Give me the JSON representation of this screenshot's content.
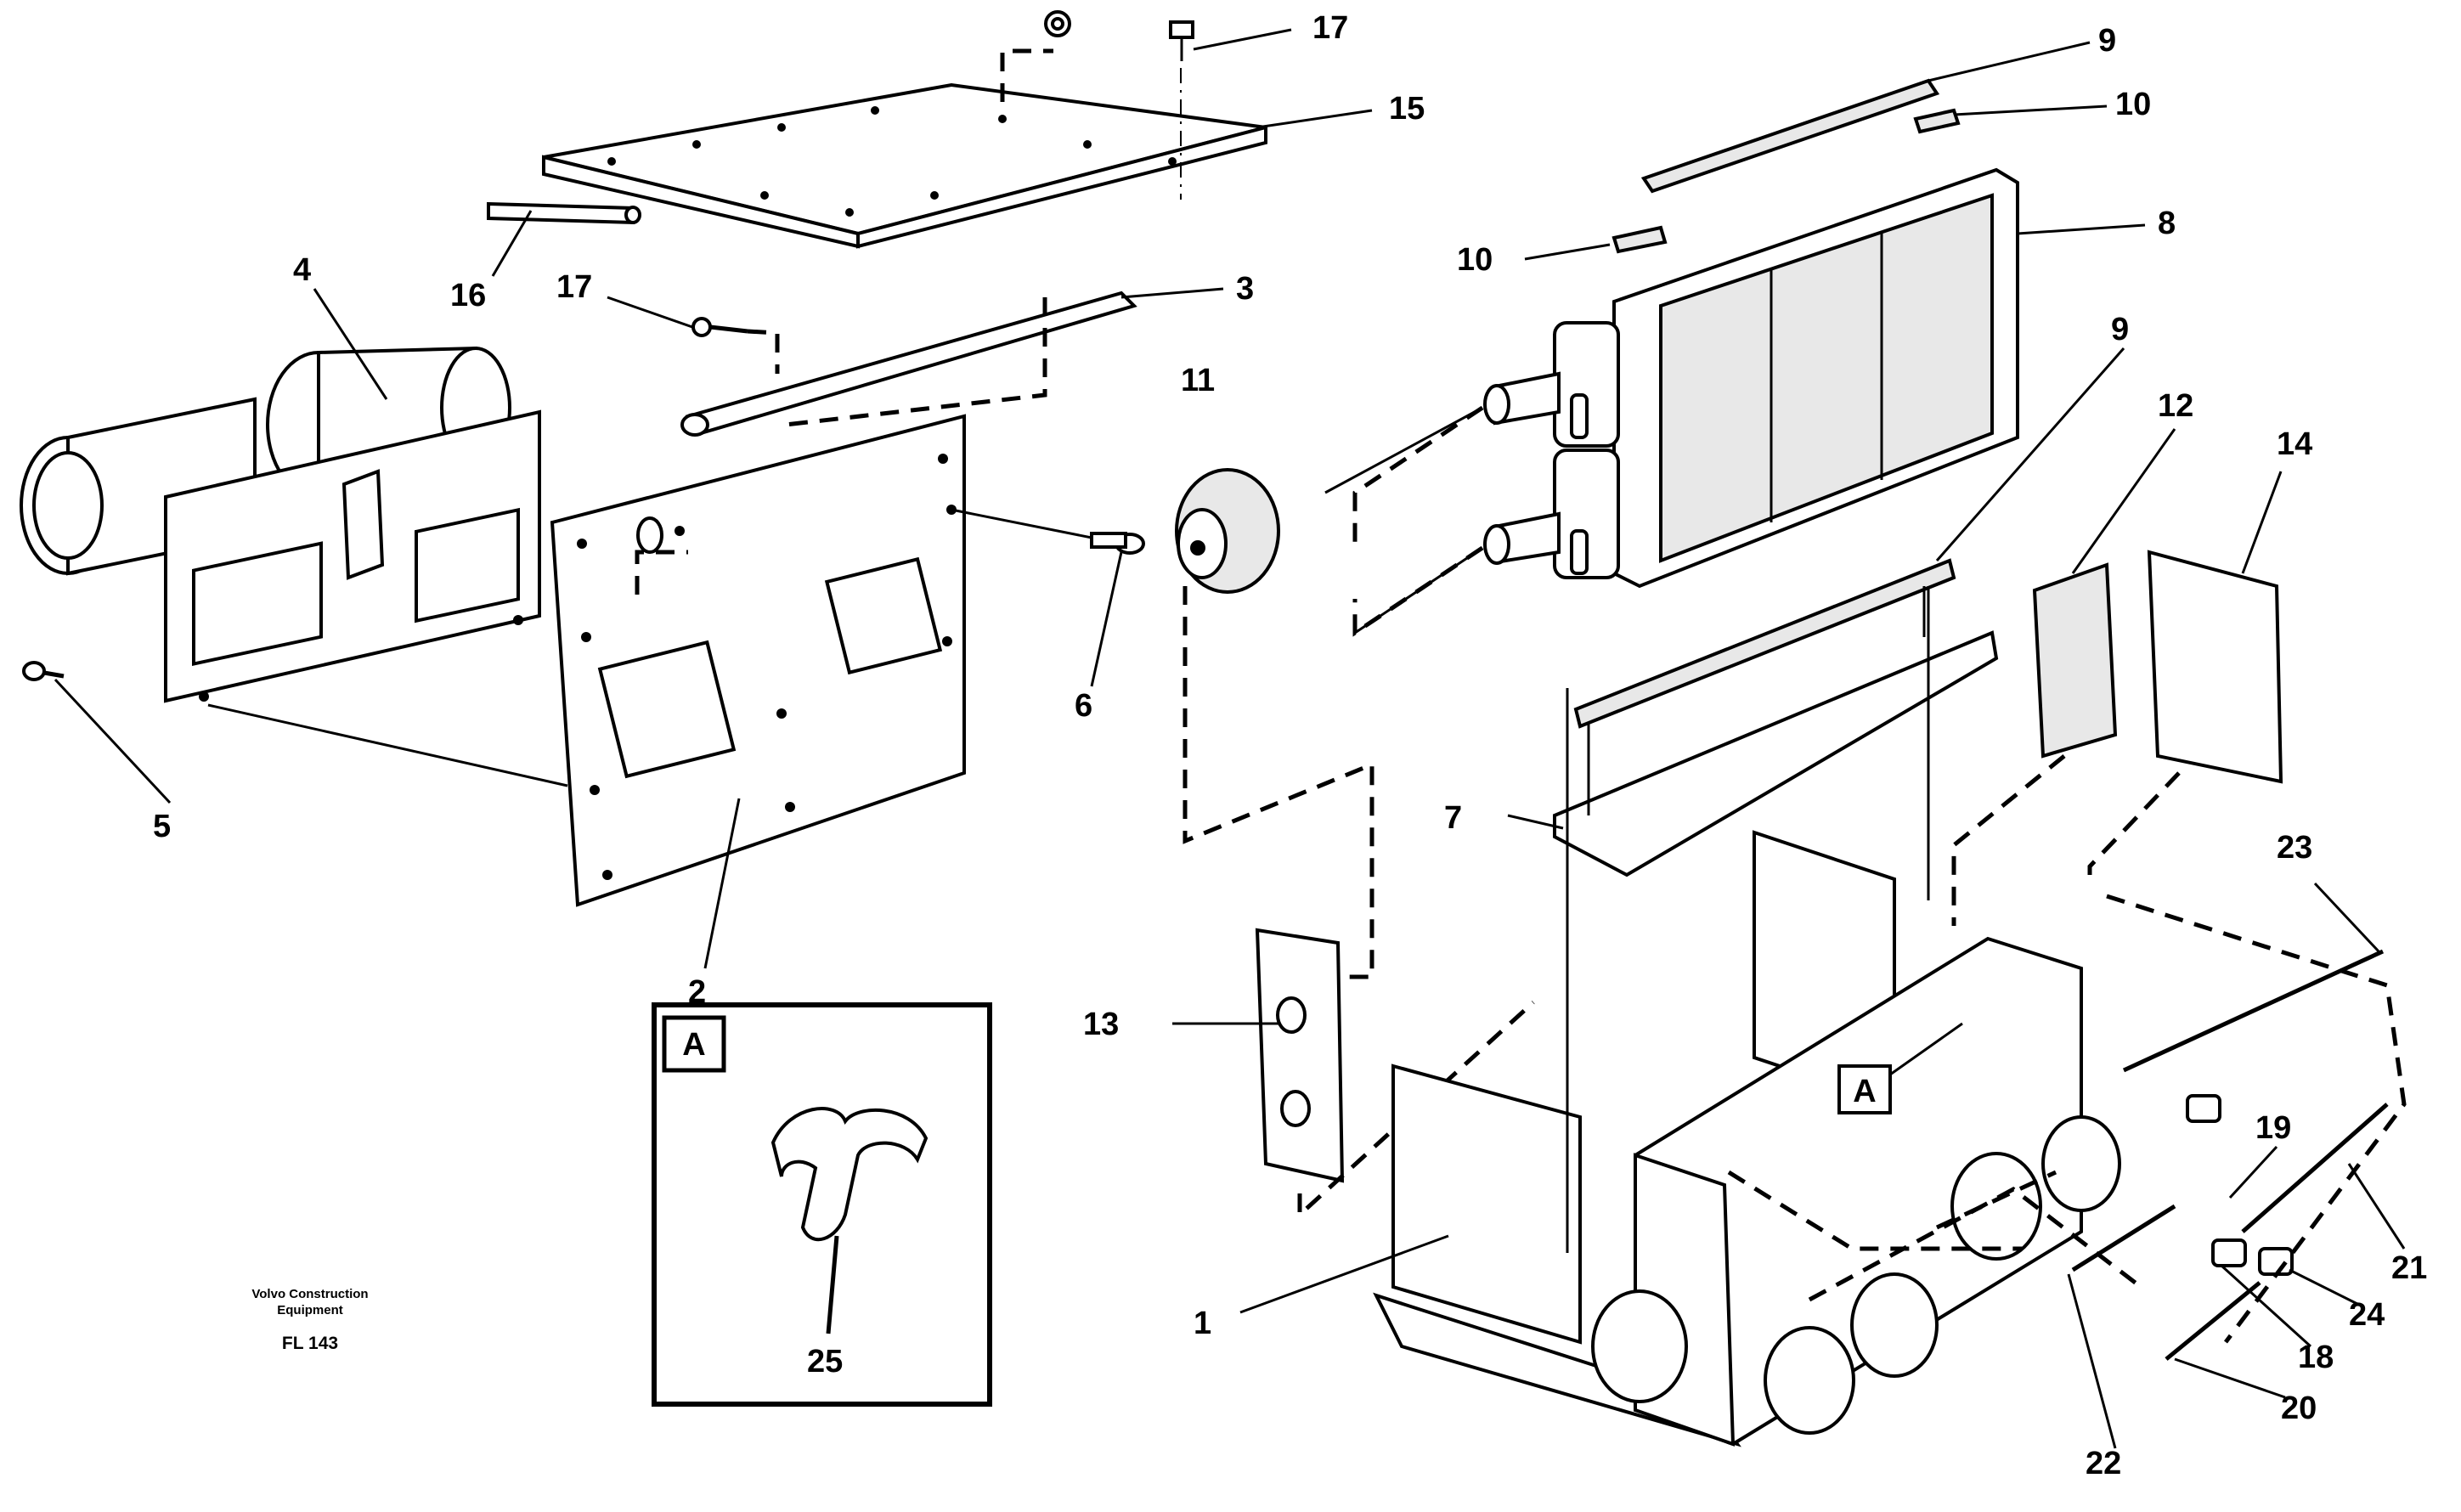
{
  "figure": {
    "callouts": [
      "17",
      "15",
      "9",
      "10",
      "8",
      "4",
      "16",
      "17",
      "3",
      "10",
      "11",
      "9",
      "12",
      "14",
      "6",
      "5",
      "7",
      "2",
      "13",
      "23",
      "19",
      "21",
      "24",
      "1",
      "18",
      "20",
      "22",
      "25"
    ],
    "detail_label": "A",
    "view_marker": "A",
    "watermark_line1": "Volvo Construction",
    "watermark_line2": "Equipment",
    "figure_code": "FL 143"
  }
}
